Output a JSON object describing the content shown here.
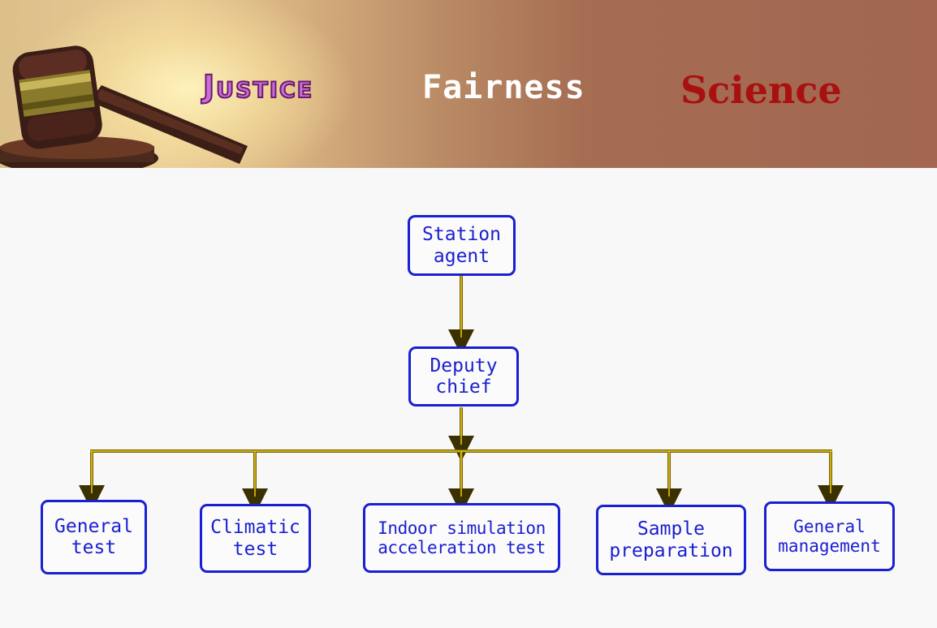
{
  "banner": {
    "words": [
      "Justice",
      "Fairness",
      "Science"
    ],
    "colors": {
      "justice": "#c96fd6",
      "fairness": "#ffffff",
      "science": "#a8110f"
    },
    "image": "gavel-icon"
  },
  "org_chart": {
    "line_color": "#c8a400",
    "box_border_color": "#1a1fd0",
    "root": {
      "line1": "Station",
      "line2": "agent"
    },
    "deputy": {
      "line1": "Deputy",
      "line2": "chief"
    },
    "departments": [
      {
        "line1": "General",
        "line2": "test"
      },
      {
        "line1": "Climatic",
        "line2": "test"
      },
      {
        "line1": "Indoor simulation",
        "line2": "acceleration test"
      },
      {
        "line1": "Sample",
        "line2": "preparation"
      },
      {
        "line1": "General",
        "line2": "management"
      }
    ]
  }
}
